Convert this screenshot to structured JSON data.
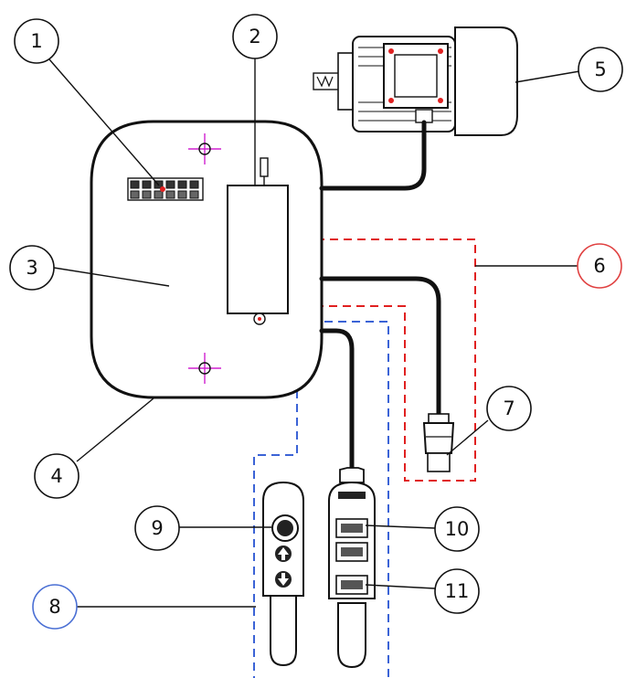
{
  "callouts": [
    {
      "label": "1"
    },
    {
      "label": "2"
    },
    {
      "label": "3"
    },
    {
      "label": "4"
    },
    {
      "label": "5"
    },
    {
      "label": "6"
    },
    {
      "label": "7"
    },
    {
      "label": "8"
    },
    {
      "label": "9"
    },
    {
      "label": "10"
    },
    {
      "label": "11"
    }
  ],
  "colors": {
    "line": "#111111",
    "red_dash": "#e02020",
    "blue_dash": "#3b63d6",
    "callout_6_ring": "#e04040",
    "callout_8_ring": "#4a6fd4",
    "mount_marker": "#d020d0"
  }
}
